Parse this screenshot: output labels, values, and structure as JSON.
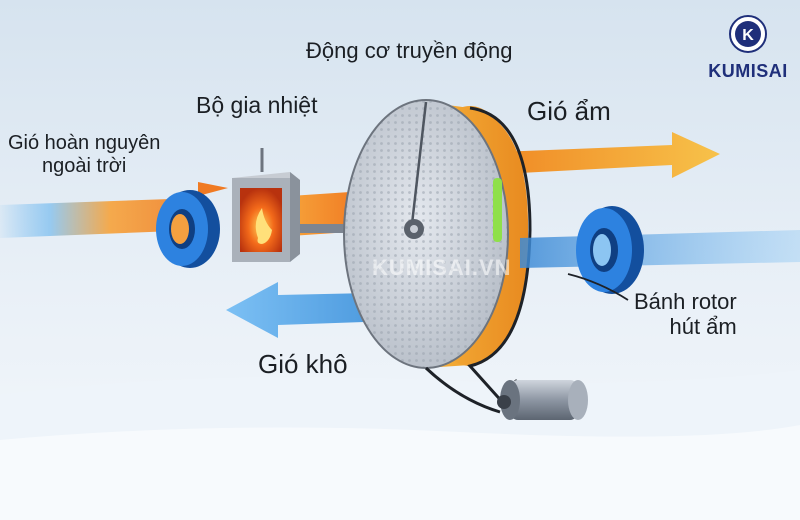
{
  "labels": {
    "motor": "Động cơ truyền động",
    "heater": "Bộ gia nhiệt",
    "outdoor_line1": "Gió hoàn nguyên",
    "outdoor_line2": "ngoài trời",
    "humid_air": "Gió ẩm",
    "dry_air": "Gió khô",
    "rotor_line1": "Bánh rotor",
    "rotor_line2": "hút ẩm"
  },
  "brand": {
    "logo_letter": "K",
    "name": "KUMISAI"
  },
  "watermark": "KUMISAI.VN",
  "colors": {
    "sky_top": "#dbe6f1",
    "snow": "#eef4fa",
    "hot_air": "#f28c28",
    "warm_air": "#f6b642",
    "dry_air": "#5aa9ec",
    "ring_blue": "#1f6fd1",
    "rotor_face": "#c9ced6",
    "rotor_rim": "#f2a633",
    "heater_glow": "#f36a1a",
    "brand_navy": "#1f2f7a"
  },
  "icons": [
    "inlet-ring-icon",
    "heater-box-icon",
    "rotor-wheel-icon",
    "outlet-ring-icon",
    "drive-motor-icon",
    "brand-logo-icon"
  ]
}
